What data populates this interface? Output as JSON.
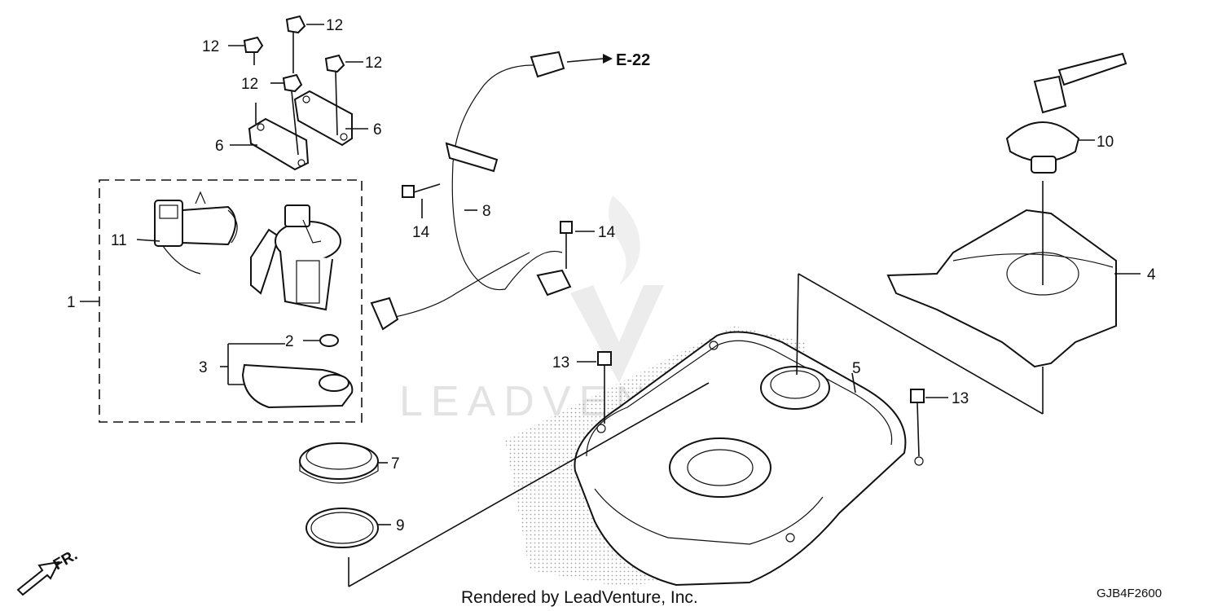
{
  "callouts": {
    "c1": "1",
    "c2": "2",
    "c3": "3",
    "c4": "4",
    "c5": "5",
    "c6a": "6",
    "c6b": "6",
    "c7": "7",
    "c8": "8",
    "c9": "9",
    "c10": "10",
    "c11": "11",
    "c12a": "12",
    "c12b": "12",
    "c12c": "12",
    "c12d": "12",
    "c13a": "13",
    "c13b": "13",
    "c14a": "14",
    "c14b": "14"
  },
  "reference": "E-22",
  "direction_label": "FR.",
  "footer": "Rendered by LeadVenture, Inc.",
  "diagram_code": "GJB4F2600",
  "watermark": "LEADVENTURE"
}
